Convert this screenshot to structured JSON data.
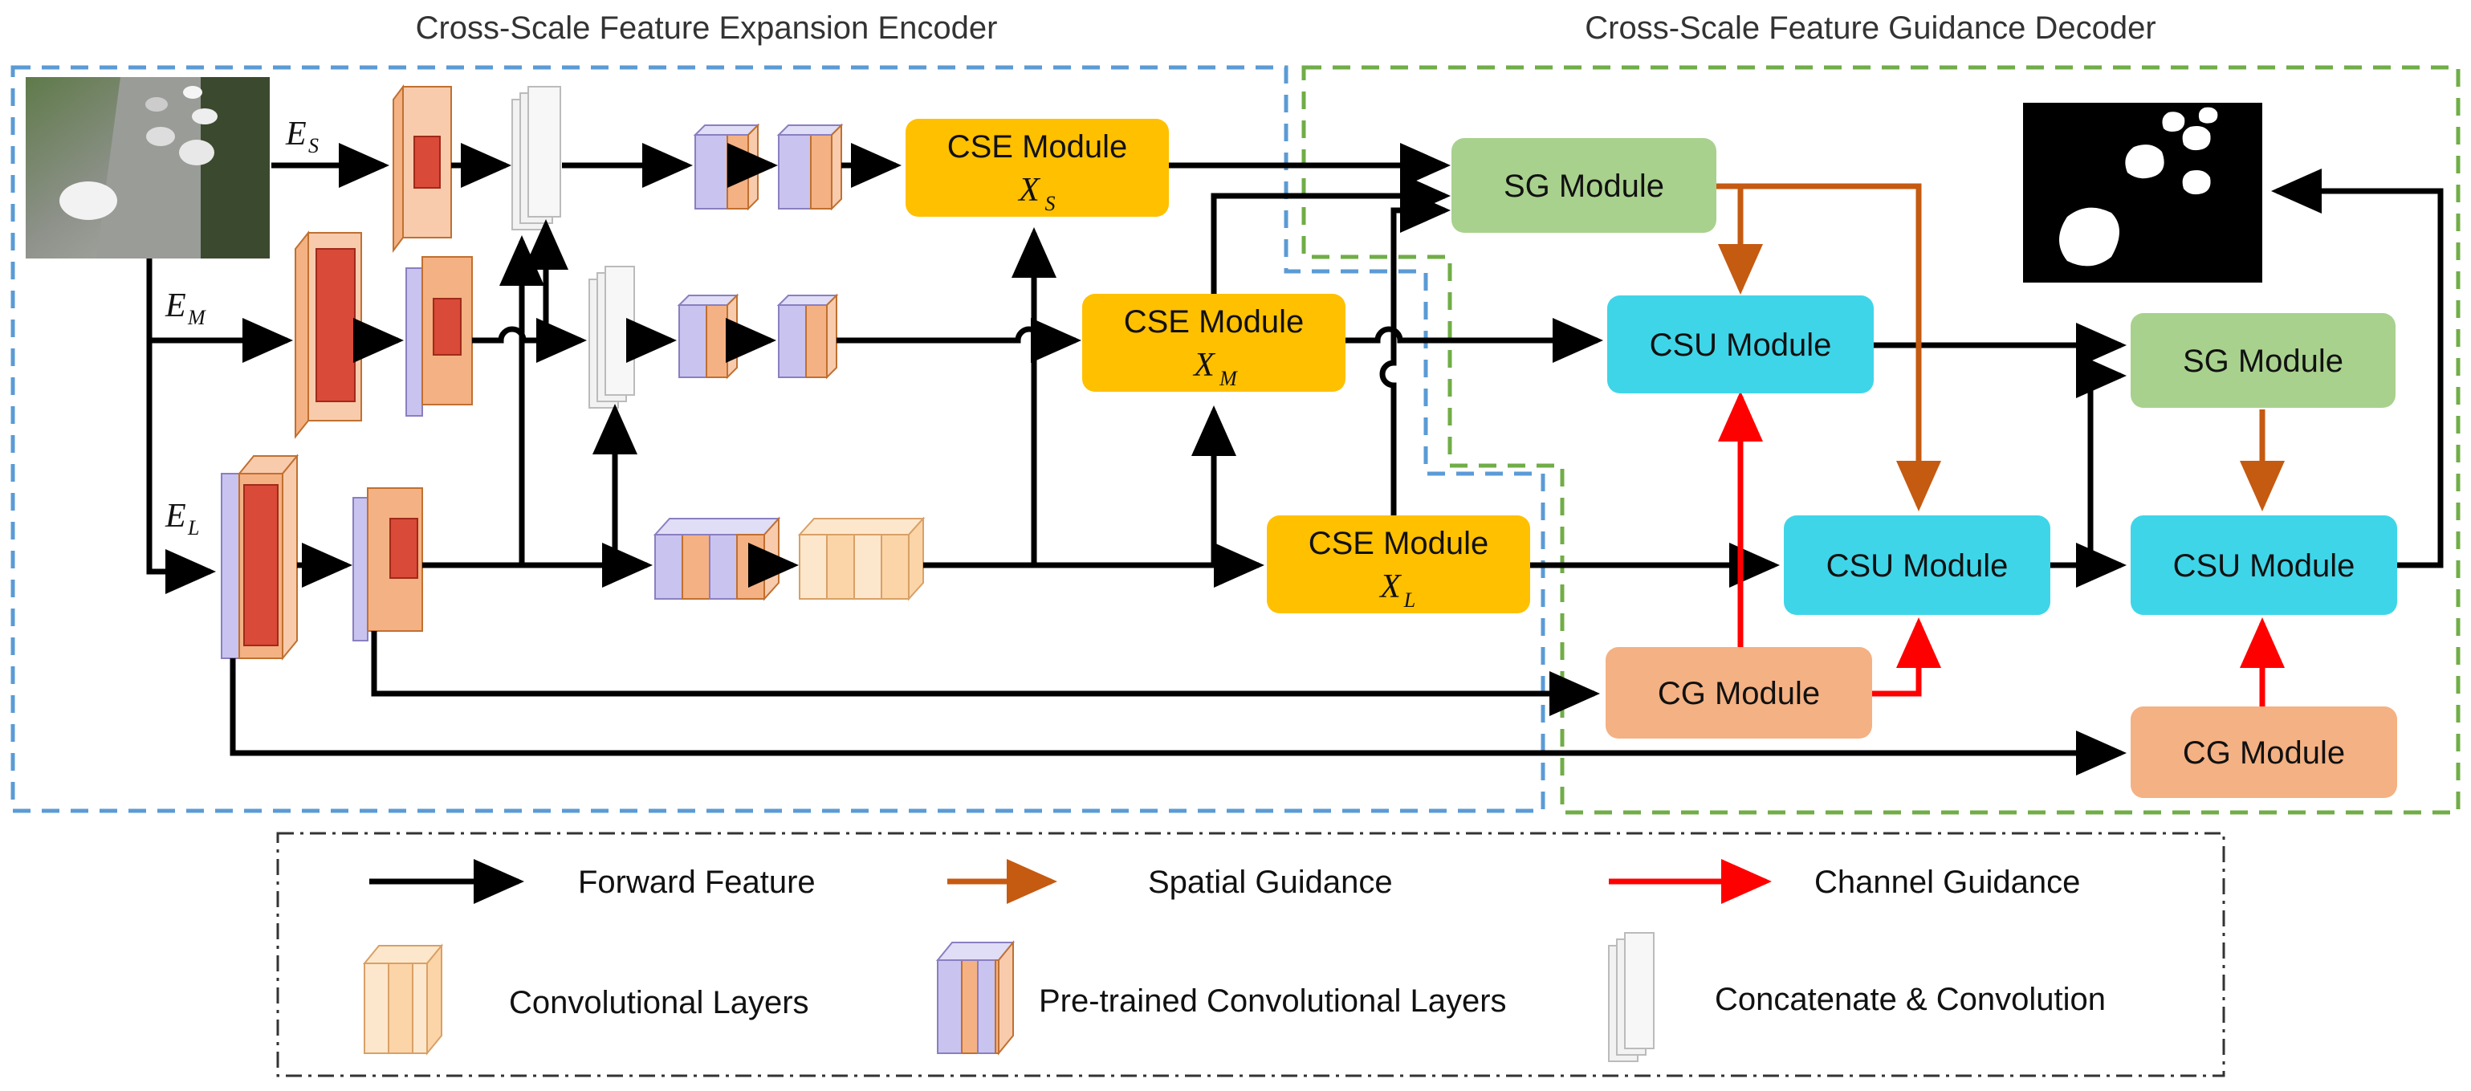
{
  "titles": {
    "encoder": "Cross-Scale Feature Expansion Encoder",
    "decoder": "Cross-Scale Feature Guidance Decoder"
  },
  "inputs": {
    "es_label": "E",
    "es_sub": "S",
    "em_label": "E",
    "em_sub": "M",
    "el_label": "E",
    "el_sub": "L"
  },
  "modules": {
    "cse_s": {
      "title": "CSE Module",
      "var": "X",
      "sub": "S"
    },
    "cse_m": {
      "title": "CSE Module",
      "var": "X",
      "sub": "M"
    },
    "cse_l": {
      "title": "CSE Module",
      "var": "X",
      "sub": "L"
    },
    "sg_1": "SG Module",
    "sg_2": "SG Module",
    "csu_1": "CSU Module",
    "csu_2": "CSU Module",
    "csu_3": "CSU Module",
    "cg_1": "CG Module",
    "cg_2": "CG Module"
  },
  "legend": {
    "forward": "Forward Feature",
    "spatial": "Spatial Guidance",
    "channel": "Channel Guidance",
    "conv": "Convolutional Layers",
    "pretrained": "Pre-trained Convolutional Layers",
    "concat": "Concatenate & Convolution"
  },
  "colors": {
    "cse": "#FFC000",
    "sg": "#A9D18E",
    "csu": "#3FD5E8",
    "cg": "#F4B183",
    "forward_arrow": "#000000",
    "spatial_arrow": "#C55A11",
    "channel_arrow": "#FF0000",
    "encoder_border": "#5B9BD5",
    "decoder_border": "#70AD47"
  }
}
